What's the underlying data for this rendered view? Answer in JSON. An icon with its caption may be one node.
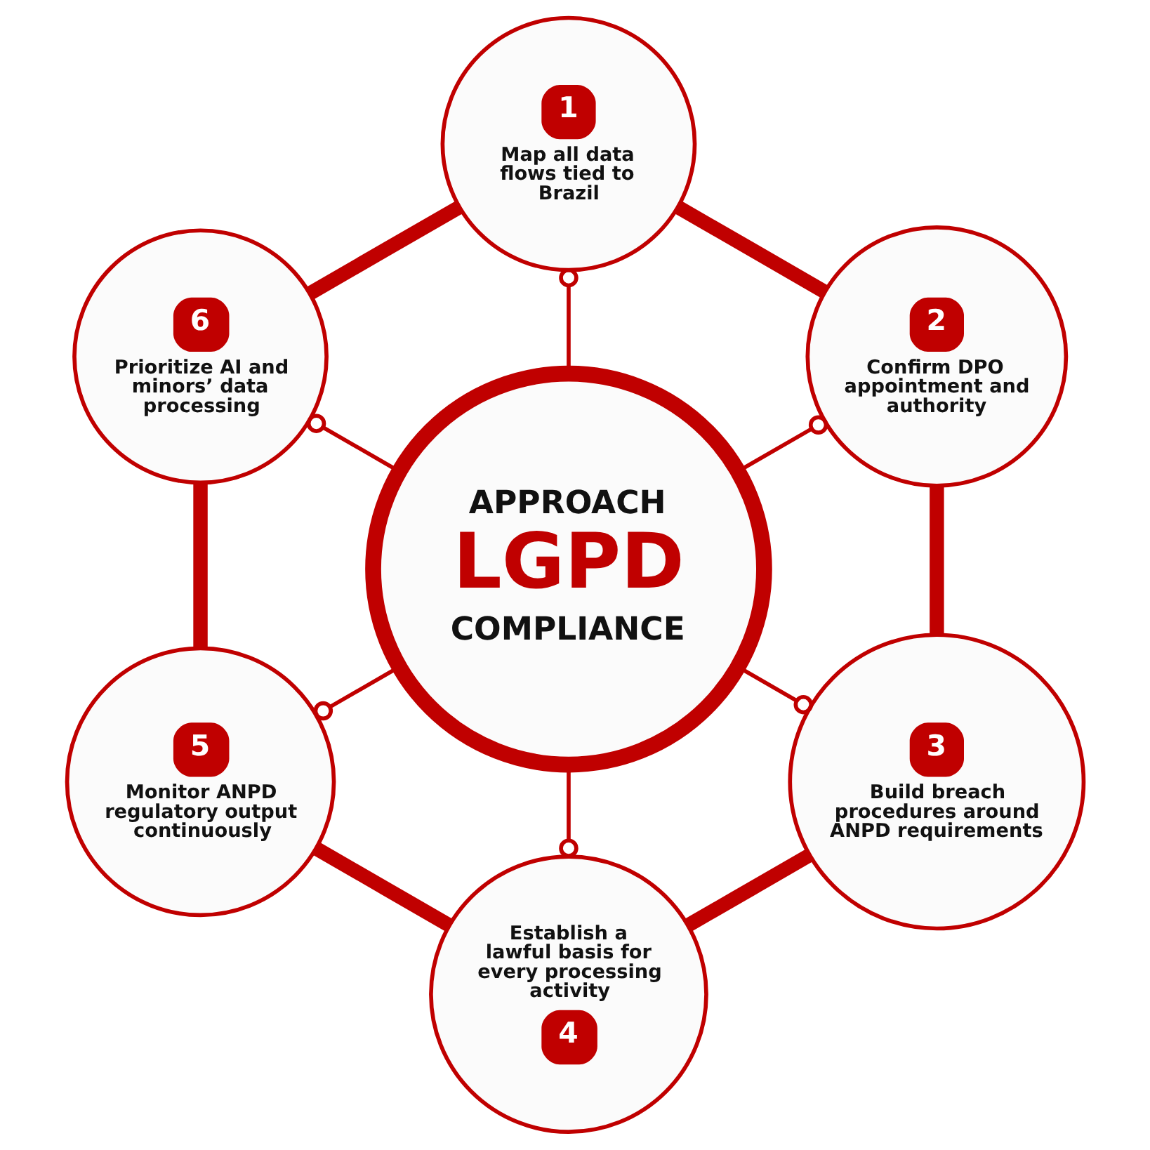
{
  "diagram": {
    "nodes": [
      {
        "text": [
          "APPROACH",
          "LGPD",
          "COMPLIANCE"
        ]
      },
      {
        "text": [
          "1",
          "Map all data flows tied to Brazil"
        ]
      },
      {
        "text": [
          "2",
          "Confirm DPO appointment and authority"
        ]
      },
      {
        "text": [
          "3",
          "Build breach procedures around ANPD requirements"
        ]
      },
      {
        "text": [
          "Establish a lawful basis for every processing activity",
          "4"
        ]
      },
      {
        "text": [
          "5",
          "Monitor ANPD regulatory output continuously"
        ]
      },
      {
        "text": [
          "6",
          "Prioritize AI and minors’ data processing"
        ]
      }
    ],
    "edges": [
      {
        "from": 0,
        "to": 1,
        "arrow": "other"
      },
      {
        "from": 0,
        "to": 2,
        "arrow": "other"
      },
      {
        "from": 0,
        "to": 3,
        "arrow": "other"
      },
      {
        "from": 0,
        "to": 4,
        "arrow": "other"
      },
      {
        "from": 0,
        "to": 5,
        "arrow": "other"
      },
      {
        "from": 0,
        "to": 6,
        "arrow": "other"
      },
      {
        "from": 1,
        "to": 2,
        "arrow": "none",
        "style": "thick"
      },
      {
        "from": 2,
        "to": 3,
        "arrow": "none",
        "style": "thick"
      },
      {
        "from": 3,
        "to": 4,
        "arrow": "none",
        "style": "thick"
      },
      {
        "from": 4,
        "to": 5,
        "arrow": "none",
        "style": "thick"
      },
      {
        "from": 5,
        "to": 6,
        "arrow": "none",
        "style": "thick"
      },
      {
        "from": 6,
        "to": 1,
        "arrow": "none",
        "style": "thick"
      }
    ]
  }
}
